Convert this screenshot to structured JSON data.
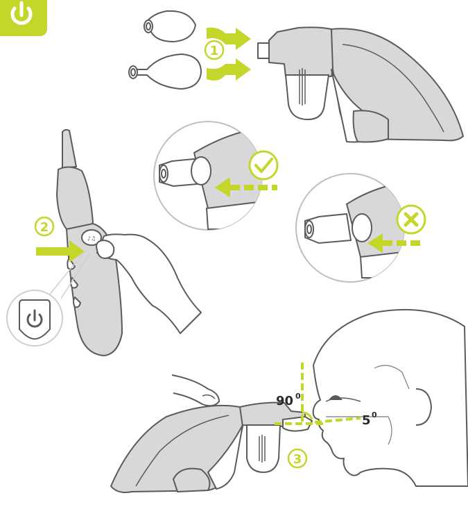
{
  "colors": {
    "accent": "#c5d62a",
    "device_fill": "#d8d8d8",
    "outline": "#5a5a5a",
    "circle_border": "#bfbfbf"
  },
  "power_badge": {
    "icon": "power-icon"
  },
  "steps": [
    {
      "number": "1"
    },
    {
      "number": "2"
    },
    {
      "number": "3"
    }
  ],
  "check_marker": {
    "icon": "check-icon"
  },
  "cross_marker": {
    "icon": "cross-icon"
  },
  "power_button_callout": {
    "icon": "power-icon"
  },
  "angles": {
    "vertical": {
      "value": "90",
      "unit": "0"
    },
    "tilt": {
      "value": "5",
      "unit": "0"
    }
  }
}
